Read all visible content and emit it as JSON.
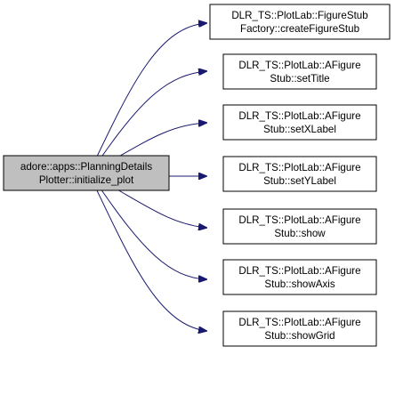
{
  "diagram": {
    "colors": {
      "source_fill": "#bfbfbf",
      "node_fill": "#ffffff",
      "border": "#000000",
      "edge": "#191970"
    },
    "source": {
      "line1": "adore::apps::PlanningDetails",
      "line2": "Plotter::initialize_plot"
    },
    "targets": [
      {
        "line1": "DLR_TS::PlotLab::FigureStub",
        "line2": "Factory::createFigureStub"
      },
      {
        "line1": "DLR_TS::PlotLab::AFigure",
        "line2": "Stub::setTitle"
      },
      {
        "line1": "DLR_TS::PlotLab::AFigure",
        "line2": "Stub::setXLabel"
      },
      {
        "line1": "DLR_TS::PlotLab::AFigure",
        "line2": "Stub::setYLabel"
      },
      {
        "line1": "DLR_TS::PlotLab::AFigure",
        "line2": "Stub::show"
      },
      {
        "line1": "DLR_TS::PlotLab::AFigure",
        "line2": "Stub::showAxis"
      },
      {
        "line1": "DLR_TS::PlotLab::AFigure",
        "line2": "Stub::showGrid"
      }
    ]
  }
}
